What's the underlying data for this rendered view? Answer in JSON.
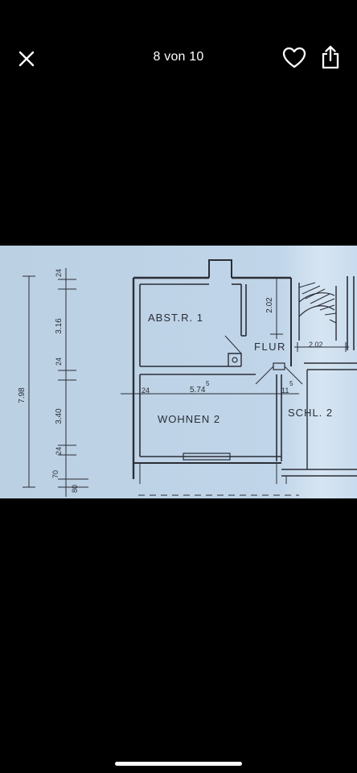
{
  "header": {
    "counter": "8 von 10",
    "close_icon": "close-icon",
    "favorite_icon": "heart-icon",
    "share_icon": "share-icon"
  },
  "plan": {
    "rooms": {
      "abst": "ABST.R. 1",
      "flur": "FLUR",
      "wohnen": "WOHNEN 2",
      "schl": "SCHL. 2"
    },
    "dims": {
      "total_height": "7.98",
      "top_wall": "24",
      "upper_room": "3.16",
      "mid_wall": "24",
      "lower_room": "3.40",
      "lower_wall": "24",
      "bottom_a": "70",
      "bottom_b": "80",
      "flur_height": "2.02",
      "flur_width": "2.02",
      "left_wall": "24",
      "room_width": "5.74",
      "room_width_sup": "5",
      "right_wall": "11",
      "right_wall_sup": "5"
    },
    "colors": {
      "paper": "#bdd2e6",
      "paper_bright": "#dbe8f4",
      "ink": "#2a2d35"
    }
  }
}
